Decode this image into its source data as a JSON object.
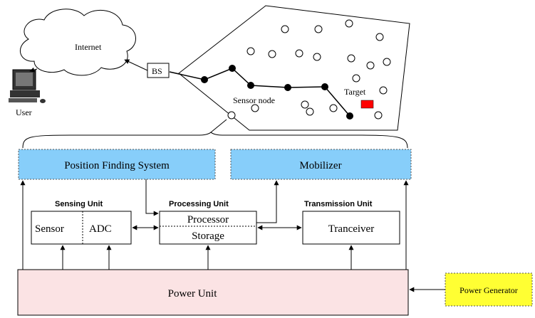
{
  "network": {
    "internet_label": "Internet",
    "bs_label": "BS",
    "user_label": "User",
    "sensor_node_label": "Sensor node",
    "target_label": "Target"
  },
  "units": {
    "position_finding": "Position Finding System",
    "mobilizer": "Mobilizer",
    "sensing_title": "Sensing Unit",
    "processing_title": "Processing Unit",
    "transmission_title": "Transmission Unit",
    "sensor": "Sensor",
    "adc": "ADC",
    "processor": "Processor",
    "storage": "Storage",
    "transceiver": "Tranceiver",
    "power_unit": "Power Unit",
    "power_generator": "Power Generator"
  },
  "colors": {
    "light_blue": "#87cefa",
    "pink": "#fbe3e4",
    "yellow": "#ffff33",
    "target_red": "#ff0000",
    "line": "#000000"
  }
}
